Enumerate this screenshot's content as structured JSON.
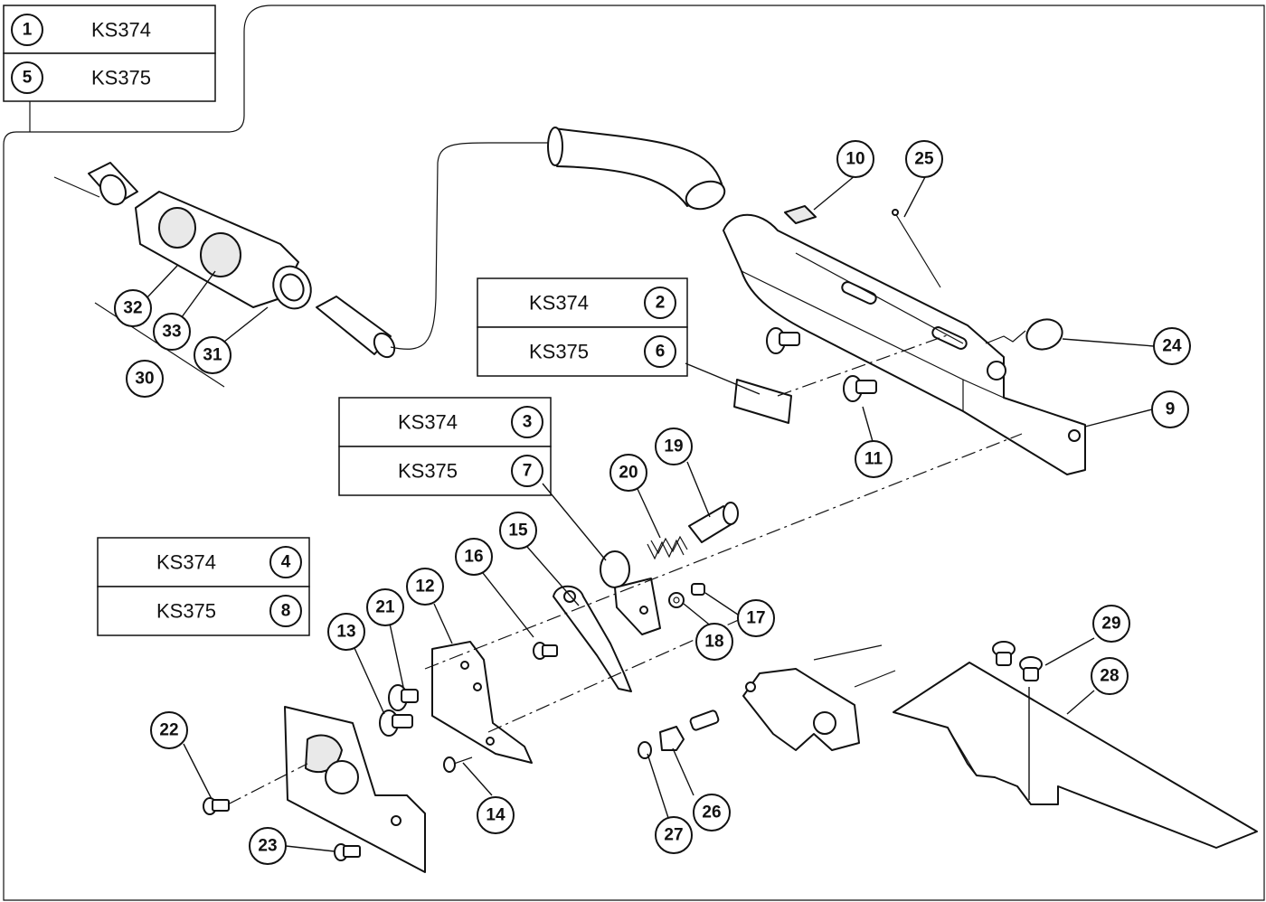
{
  "model_tables": [
    {
      "id": "t1",
      "rows": [
        {
          "model": "KS374",
          "ref": "1"
        },
        {
          "model": "KS375",
          "ref": "5"
        }
      ]
    },
    {
      "id": "t2",
      "rows": [
        {
          "model": "KS374",
          "ref": "2"
        },
        {
          "model": "KS375",
          "ref": "6"
        }
      ]
    },
    {
      "id": "t3",
      "rows": [
        {
          "model": "KS374",
          "ref": "3"
        },
        {
          "model": "KS375",
          "ref": "7"
        }
      ]
    },
    {
      "id": "t4",
      "rows": [
        {
          "model": "KS374",
          "ref": "4"
        },
        {
          "model": "KS375",
          "ref": "8"
        }
      ]
    }
  ],
  "callouts": [
    "9",
    "10",
    "11",
    "12",
    "13",
    "14",
    "15",
    "16",
    "17",
    "18",
    "19",
    "20",
    "21",
    "22",
    "23",
    "24",
    "25",
    "26",
    "27",
    "28",
    "29",
    "30",
    "31",
    "32",
    "33"
  ]
}
